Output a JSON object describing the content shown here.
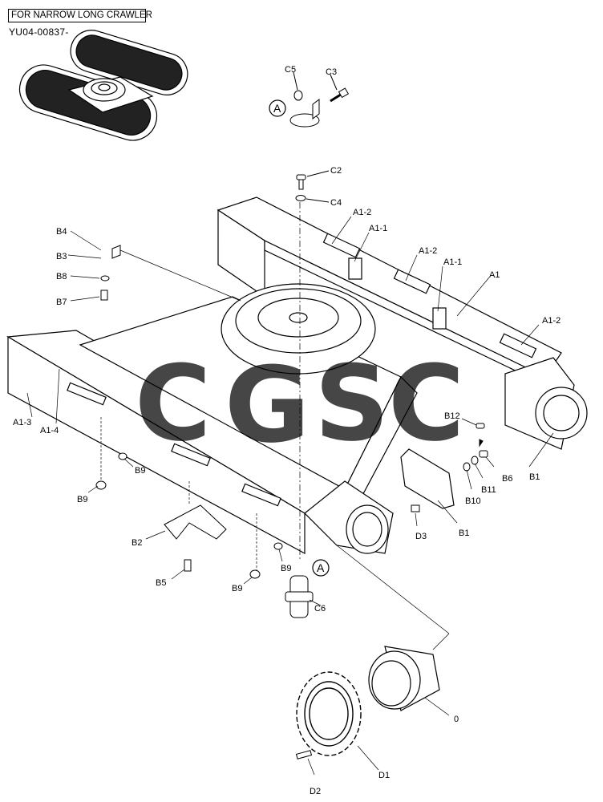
{
  "header": {
    "variant": "FOR NARROW LONG CRAWLER",
    "serial": "YU04-00837-"
  },
  "callout": "A",
  "watermark": {
    "letters": [
      {
        "char": "C",
        "color": "#4f8ef7"
      },
      {
        "char": "G",
        "color": "#f26b5b"
      },
      {
        "char": "S",
        "color": "#f5cd3c"
      },
      {
        "char": "C",
        "color": "#2fa86a"
      }
    ]
  },
  "parts": [
    {
      "id": "c5",
      "label": "C5"
    },
    {
      "id": "c3",
      "label": "C3"
    },
    {
      "id": "c2",
      "label": "C2"
    },
    {
      "id": "c4",
      "label": "C4"
    },
    {
      "id": "a1-2-top",
      "label": "A1-2"
    },
    {
      "id": "a1-1-top",
      "label": "A1-1"
    },
    {
      "id": "a1-2-mid",
      "label": "A1-2"
    },
    {
      "id": "a1-1-mid",
      "label": "A1-1"
    },
    {
      "id": "a1",
      "label": "A1"
    },
    {
      "id": "a1-2-right",
      "label": "A1-2"
    },
    {
      "id": "b4",
      "label": "B4"
    },
    {
      "id": "b3",
      "label": "B3"
    },
    {
      "id": "b8",
      "label": "B8"
    },
    {
      "id": "b7",
      "label": "B7"
    },
    {
      "id": "a1-3",
      "label": "A1-3"
    },
    {
      "id": "a1-4",
      "label": "A1-4"
    },
    {
      "id": "b12",
      "label": "B12"
    },
    {
      "id": "b6",
      "label": "B6"
    },
    {
      "id": "b11",
      "label": "B11"
    },
    {
      "id": "b10",
      "label": "B10"
    },
    {
      "id": "b1-right",
      "label": "B1"
    },
    {
      "id": "b1-cover",
      "label": "B1"
    },
    {
      "id": "b9-a",
      "label": "B9"
    },
    {
      "id": "b9-b",
      "label": "B9"
    },
    {
      "id": "b2",
      "label": "B2"
    },
    {
      "id": "b5",
      "label": "B5"
    },
    {
      "id": "b9-c",
      "label": "B9"
    },
    {
      "id": "b9-d",
      "label": "B9"
    },
    {
      "id": "d3",
      "label": "D3"
    },
    {
      "id": "c6",
      "label": "C6"
    },
    {
      "id": "motor",
      "label": "0"
    },
    {
      "id": "d1",
      "label": "D1"
    },
    {
      "id": "d2",
      "label": "D2"
    }
  ]
}
